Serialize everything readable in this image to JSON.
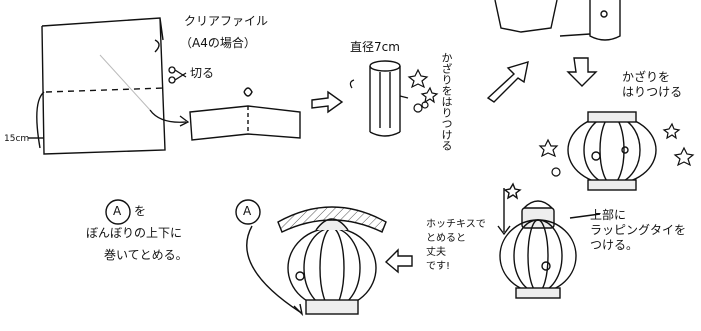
{
  "labels": {
    "clear_file": "クリアファイル",
    "a4_case": "（A4の場合）",
    "cut": "切る",
    "width_15cm": "15cm",
    "diameter": "直径7cm",
    "decorate_vertical": "かざりをはりつける",
    "decorate_right": "かざりを\nはりつける",
    "tape_top": "上部に\nラッピングタイを\nつける。",
    "stapler": "ホッチキスで\nとめると\n丈夫\nです!",
    "a_marker": "A",
    "a_instruction_1": "を",
    "a_instruction_2": "ぼんぼりの上下に",
    "a_instruction_3": "巻いてとめる。"
  },
  "colors": {
    "ink": "#111111",
    "paper": "#ffffff",
    "shade": "#d9d9d9",
    "lightshade": "#eeeeee"
  }
}
